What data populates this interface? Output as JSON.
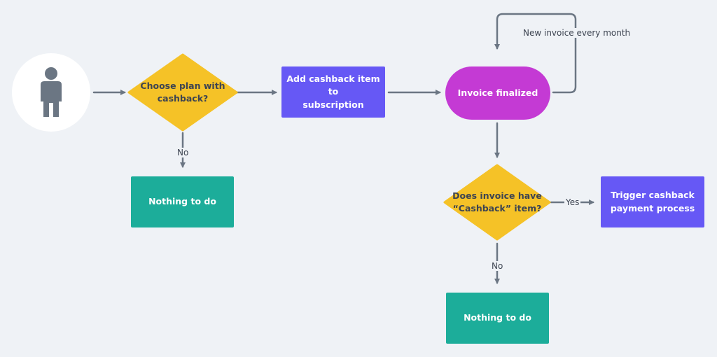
{
  "nodes": {
    "choose_plan": "Choose plan with\ncashback?",
    "add_cashback": "Add cashback item to\nsubscription",
    "invoice_finalized": "Invoice finalized",
    "nothing_1": "Nothing to do",
    "does_invoice_have": "Does invoice have\n“Cashback” item?",
    "trigger_cashback": "Trigger cashback\npayment process",
    "nothing_2": "Nothing to do"
  },
  "edges": {
    "no_1": "No",
    "no_2": "No",
    "yes": "Yes",
    "loop": "New invoice every month"
  },
  "icons": {
    "user": "person-icon"
  },
  "colors": {
    "background": "#eff2f6",
    "decision": "#f5c227",
    "process": "#6658f5",
    "terminal": "#c43ad4",
    "end": "#1cad9a",
    "edge": "#6b7683",
    "user_circle": "#ffffff",
    "user_icon": "#6b7683",
    "dark_text": "#3d4451"
  }
}
